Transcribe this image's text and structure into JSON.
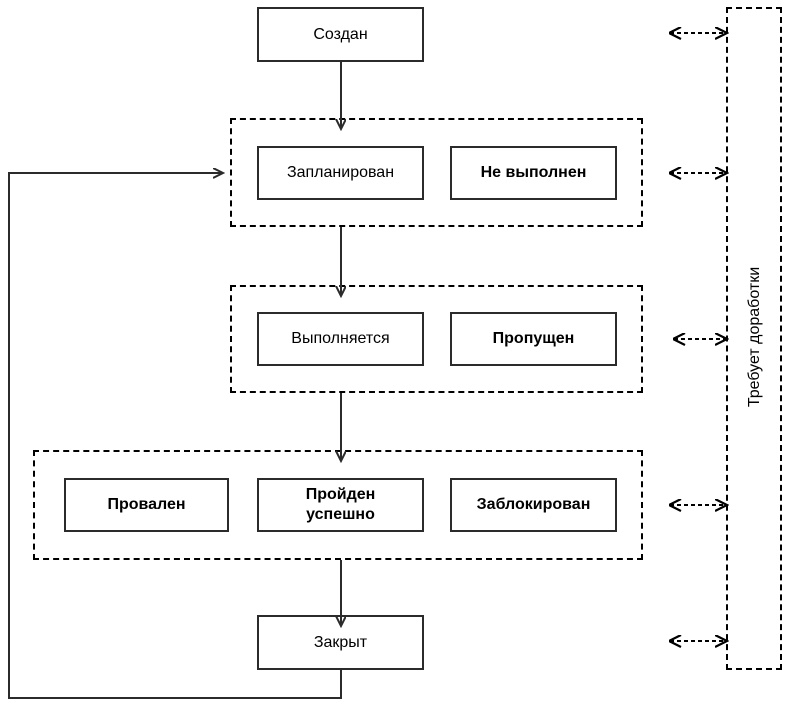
{
  "diagram": {
    "title_text": "Требует доработки",
    "colors": {
      "stroke": "#2b2b2b",
      "dashed_stroke": "#000000",
      "background": "#ffffff",
      "text": "#000000"
    },
    "start_state": {
      "label": "Создан",
      "bold": false
    },
    "groups": [
      {
        "id": "group-planned",
        "states": [
          {
            "label": "Запланирован",
            "bold": false
          },
          {
            "label": "Не выполнен",
            "bold": true
          }
        ]
      },
      {
        "id": "group-running",
        "states": [
          {
            "label": "Выполняется",
            "bold": false
          },
          {
            "label": "Пропущен",
            "bold": true
          }
        ]
      },
      {
        "id": "group-results",
        "states": [
          {
            "label": "Провален",
            "bold": true
          },
          {
            "label": "Пройден успешно",
            "bold": true
          },
          {
            "label": "Заблокирован",
            "bold": true
          }
        ]
      }
    ],
    "end_state": {
      "label": "Закрыт",
      "bold": false
    },
    "rework_panel": {
      "label": "Требует доработки",
      "arrow_count": 5,
      "arrow_style": "dashed-double-headed"
    },
    "feedback_loop": {
      "description": "Закрыт -> Запланирован",
      "style": "solid-single-headed"
    }
  }
}
